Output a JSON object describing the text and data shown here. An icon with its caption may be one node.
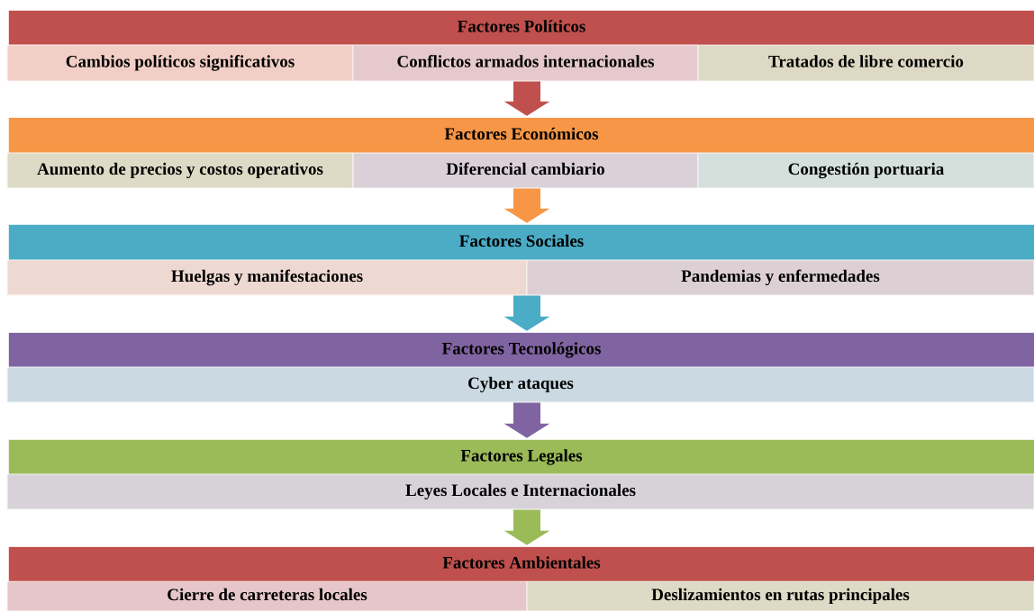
{
  "diagram": {
    "nodes": [
      {
        "text": [
          "Factores Políticos"
        ]
      },
      {
        "text": [
          "Cambios políticos significativos"
        ]
      },
      {
        "text": [
          "Conflictos armados internacionales"
        ]
      },
      {
        "text": [
          "Tratados de libre comercio"
        ]
      },
      {
        "text": [
          "Factores Económicos"
        ]
      },
      {
        "text": [
          "Aumento de precios y costos operativos"
        ]
      },
      {
        "text": [
          "Diferencial cambiario"
        ]
      },
      {
        "text": [
          "Congestión portuaria"
        ]
      },
      {
        "text": [
          "Factores Sociales"
        ]
      },
      {
        "text": [
          "Huelgas y manifestaciones"
        ]
      },
      {
        "text": [
          "Pandemias y enfermedades"
        ]
      },
      {
        "text": [
          "Factores Tecnológicos"
        ]
      },
      {
        "text": [
          "Cyber ataques"
        ]
      },
      {
        "text": [
          "Factores Legales"
        ]
      },
      {
        "text": [
          "Leyes Locales e Internacionales"
        ]
      },
      {
        "text": [
          "Factores Ambientales"
        ]
      },
      {
        "text": [
          "Cierre de carreteras locales"
        ]
      },
      {
        "text": [
          "Deslizamientos en rutas principales"
        ]
      }
    ],
    "edges": [
      {
        "from": 2,
        "to": 4,
        "arrow": "to",
        "color": "#c0504d"
      },
      {
        "from": 6,
        "to": 8,
        "arrow": "to",
        "color": "#f79646"
      },
      {
        "from": 9,
        "to": 11,
        "arrow": "to",
        "color": "#4bacc6"
      },
      {
        "from": 12,
        "to": 13,
        "arrow": "to",
        "color": "#8064a2"
      },
      {
        "from": 14,
        "to": 15,
        "arrow": "to",
        "color": "#9bbb59"
      }
    ]
  }
}
